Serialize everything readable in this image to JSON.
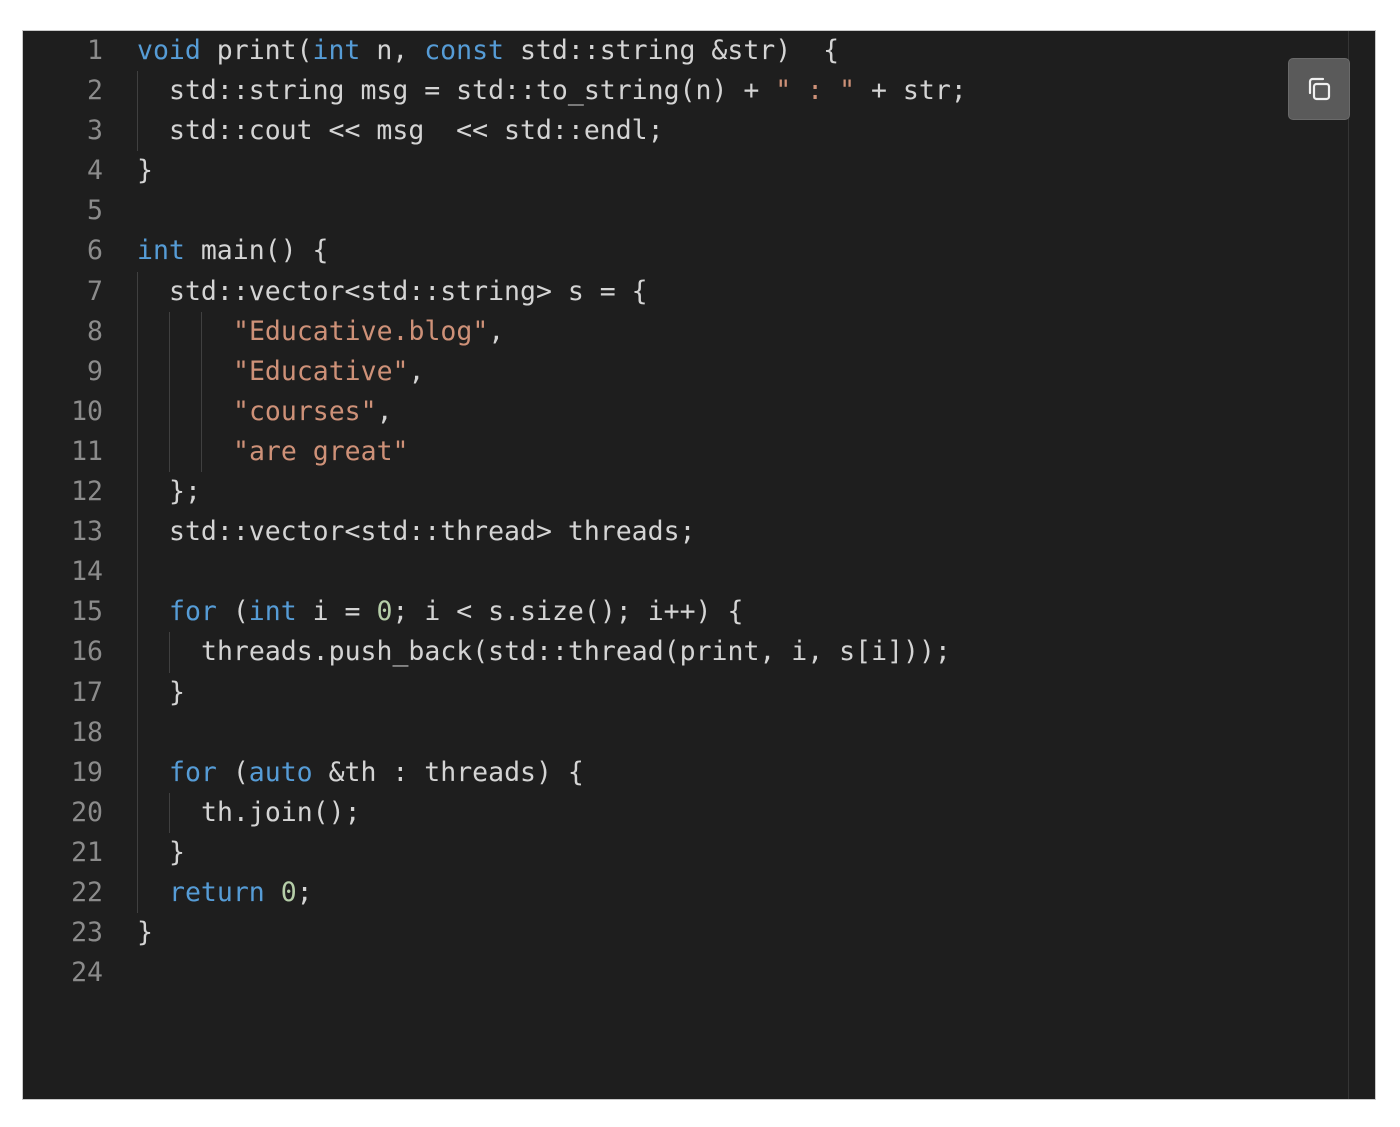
{
  "editor": {
    "copy_button": {
      "icon": "copy-icon"
    },
    "lines": [
      {
        "n": "1",
        "indent": 0,
        "tokens": [
          {
            "t": "void",
            "k": "keyword"
          },
          {
            "t": " print(",
            "k": "plain"
          },
          {
            "t": "int",
            "k": "keyword"
          },
          {
            "t": " n, ",
            "k": "plain"
          },
          {
            "t": "const",
            "k": "keyword"
          },
          {
            "t": " std::string &str)  {",
            "k": "plain"
          }
        ]
      },
      {
        "n": "2",
        "indent": 1,
        "tokens": [
          {
            "t": "std::string msg = std::to_string(n) + ",
            "k": "plain"
          },
          {
            "t": "\" : \"",
            "k": "string"
          },
          {
            "t": " + str;",
            "k": "plain"
          }
        ]
      },
      {
        "n": "3",
        "indent": 1,
        "tokens": [
          {
            "t": "std::cout << msg  << std::endl;",
            "k": "plain"
          }
        ]
      },
      {
        "n": "4",
        "indent": 0,
        "tokens": [
          {
            "t": "}",
            "k": "plain"
          }
        ]
      },
      {
        "n": "5",
        "indent": 0,
        "tokens": []
      },
      {
        "n": "6",
        "indent": 0,
        "tokens": [
          {
            "t": "int",
            "k": "keyword"
          },
          {
            "t": " main() {",
            "k": "plain"
          }
        ]
      },
      {
        "n": "7",
        "indent": 1,
        "tokens": [
          {
            "t": "std::vector<std::string> s = {",
            "k": "plain"
          }
        ]
      },
      {
        "n": "8",
        "indent": 3,
        "tokens": [
          {
            "t": "\"Educative.blog\"",
            "k": "string"
          },
          {
            "t": ",",
            "k": "plain"
          }
        ]
      },
      {
        "n": "9",
        "indent": 3,
        "tokens": [
          {
            "t": "\"Educative\"",
            "k": "string"
          },
          {
            "t": ",",
            "k": "plain"
          }
        ]
      },
      {
        "n": "10",
        "indent": 3,
        "tokens": [
          {
            "t": "\"courses\"",
            "k": "string"
          },
          {
            "t": ",",
            "k": "plain"
          }
        ]
      },
      {
        "n": "11",
        "indent": 3,
        "tokens": [
          {
            "t": "\"are great\"",
            "k": "string"
          }
        ]
      },
      {
        "n": "12",
        "indent": 1,
        "tokens": [
          {
            "t": "};",
            "k": "plain"
          }
        ]
      },
      {
        "n": "13",
        "indent": 1,
        "tokens": [
          {
            "t": "std::vector<std::thread> threads;",
            "k": "plain"
          }
        ]
      },
      {
        "n": "14",
        "indent": 1,
        "tokens": []
      },
      {
        "n": "15",
        "indent": 1,
        "tokens": [
          {
            "t": "for",
            "k": "keyword"
          },
          {
            "t": " (",
            "k": "plain"
          },
          {
            "t": "int",
            "k": "keyword"
          },
          {
            "t": " i = ",
            "k": "plain"
          },
          {
            "t": "0",
            "k": "number"
          },
          {
            "t": "; i < s.size(); i++) {",
            "k": "plain"
          }
        ]
      },
      {
        "n": "16",
        "indent": 2,
        "tokens": [
          {
            "t": "threads.push_back(std::thread(print, i, s[i]));",
            "k": "plain"
          }
        ]
      },
      {
        "n": "17",
        "indent": 1,
        "tokens": [
          {
            "t": "}",
            "k": "plain"
          }
        ]
      },
      {
        "n": "18",
        "indent": 1,
        "tokens": []
      },
      {
        "n": "19",
        "indent": 1,
        "tokens": [
          {
            "t": "for",
            "k": "keyword"
          },
          {
            "t": " (",
            "k": "plain"
          },
          {
            "t": "auto",
            "k": "keyword"
          },
          {
            "t": " &th : threads) {",
            "k": "plain"
          }
        ]
      },
      {
        "n": "20",
        "indent": 2,
        "tokens": [
          {
            "t": "th.join();",
            "k": "plain"
          }
        ]
      },
      {
        "n": "21",
        "indent": 1,
        "tokens": [
          {
            "t": "}",
            "k": "plain"
          }
        ]
      },
      {
        "n": "22",
        "indent": 1,
        "tokens": [
          {
            "t": "return",
            "k": "keyword"
          },
          {
            "t": " ",
            "k": "plain"
          },
          {
            "t": "0",
            "k": "number"
          },
          {
            "t": ";",
            "k": "plain"
          }
        ]
      },
      {
        "n": "23",
        "indent": 0,
        "tokens": [
          {
            "t": "}",
            "k": "plain"
          }
        ]
      },
      {
        "n": "24",
        "indent": 0,
        "tokens": []
      }
    ]
  }
}
